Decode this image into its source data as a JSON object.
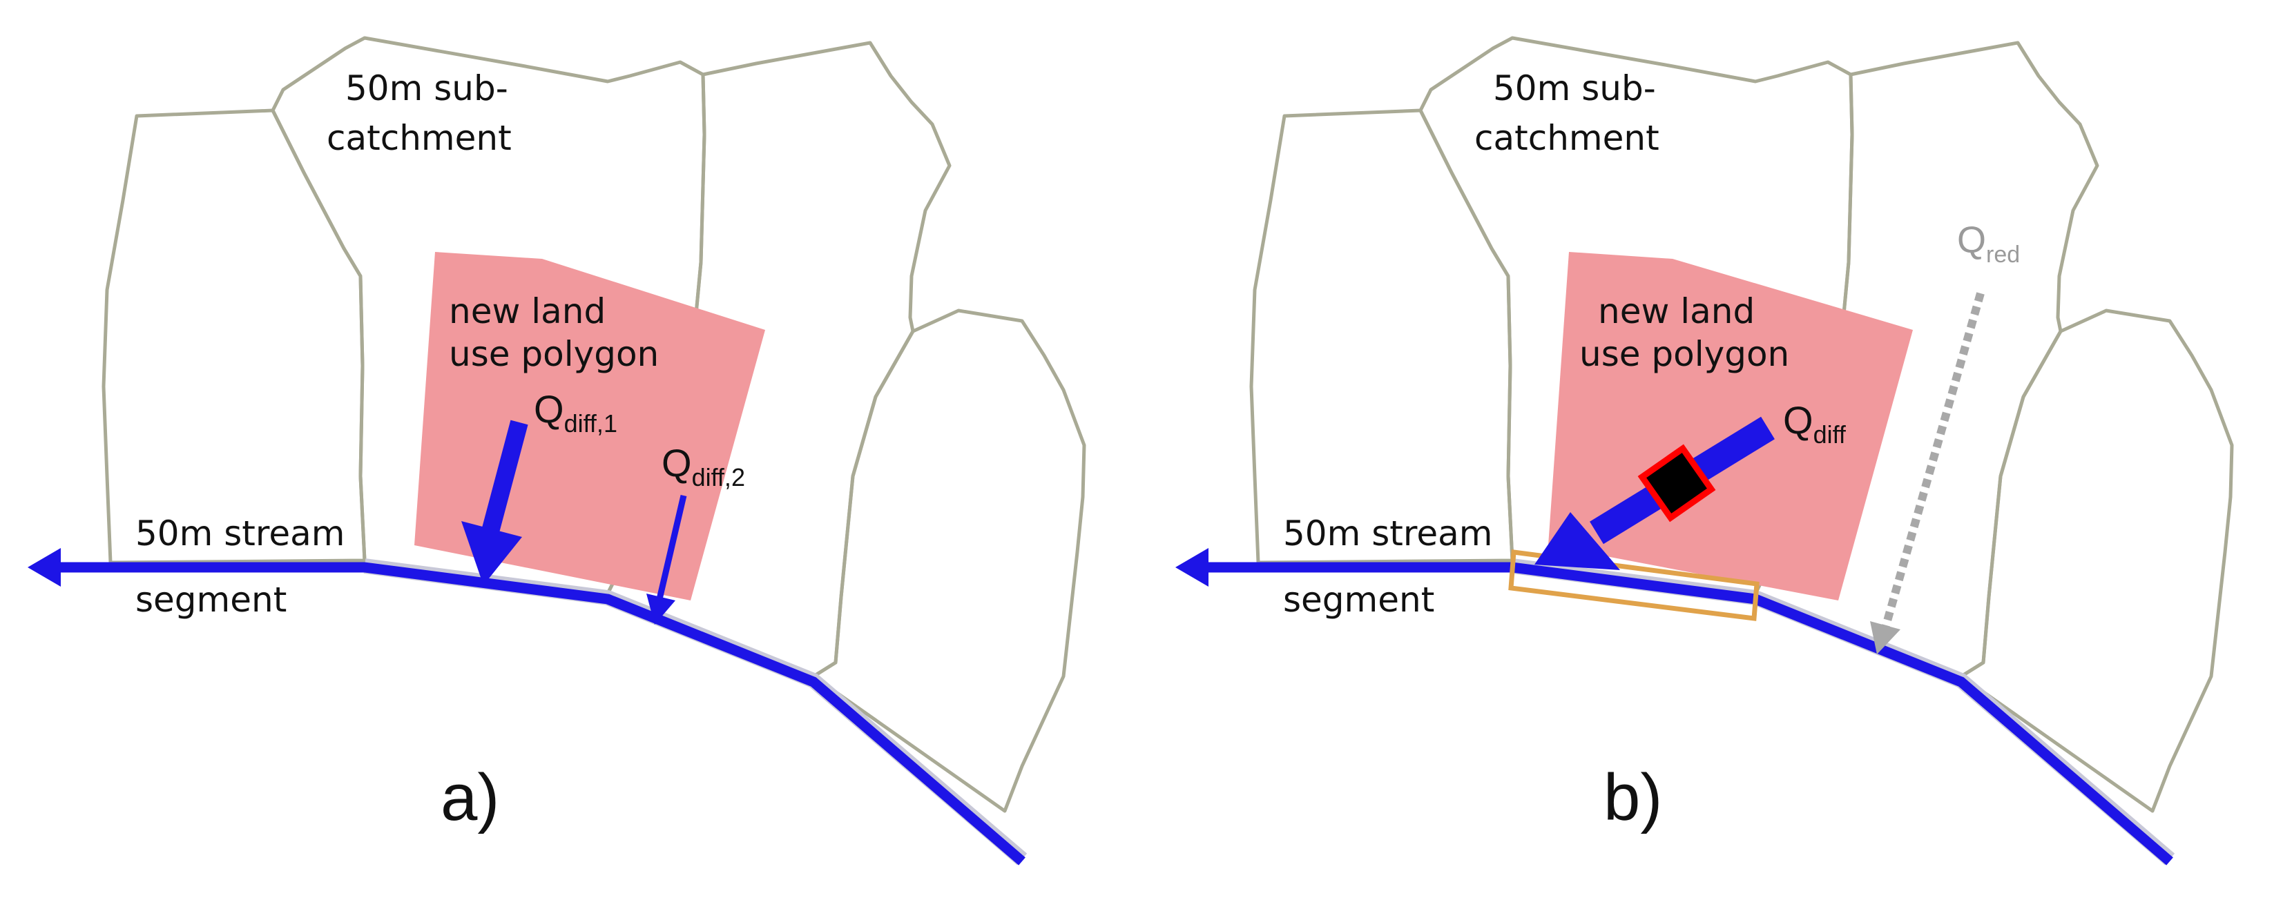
{
  "colors": {
    "stream": "#1d14e6",
    "catchment_outline": "#a9aa95",
    "land_use_polygon": "#f1999d",
    "selected_segment_outline": "#e0a24a",
    "box_red": "#ff0000",
    "reduction_arrow": "#a8a8a8"
  },
  "panel_a": {
    "label": "a)",
    "subcatchment_label_1": "50m sub-",
    "subcatchment_label_2": "catchment",
    "polygon_label_1": "new land",
    "polygon_label_2": "use polygon",
    "stream_label_1": "50m stream",
    "stream_label_2": "segment",
    "q1_main": "Q",
    "q1_sub": "diff,1",
    "q2_main": "Q",
    "q2_sub": "diff,2"
  },
  "panel_b": {
    "label": "b)",
    "subcatchment_label_1": "50m sub-",
    "subcatchment_label_2": "catchment",
    "polygon_label_1": "new land",
    "polygon_label_2": "use polygon",
    "stream_label_1": "50m stream",
    "stream_label_2": "segment",
    "qdiff_main": "Q",
    "qdiff_sub": "diff",
    "qred_main": "Q",
    "qred_sub": "red"
  }
}
